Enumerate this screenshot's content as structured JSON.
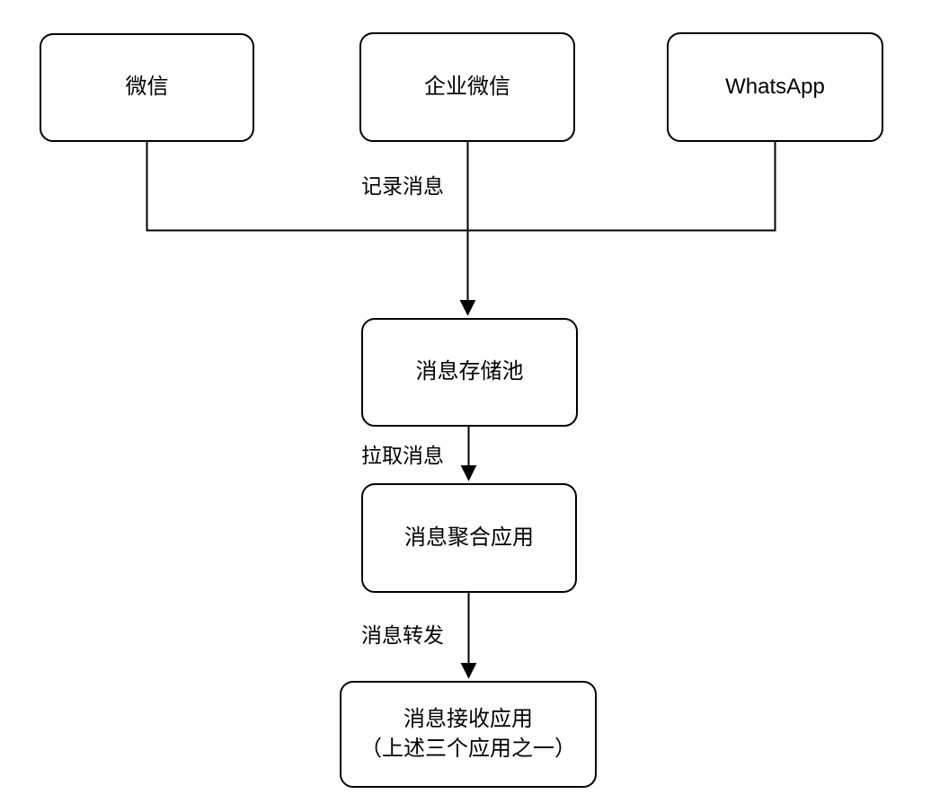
{
  "diagram": {
    "colors": {
      "background": "#ffffff",
      "stroke": "#000000",
      "text": "#000000"
    },
    "nodes": {
      "wechat": {
        "label": "微信"
      },
      "wecom": {
        "label": "企业微信"
      },
      "whatsapp": {
        "label": "WhatsApp"
      },
      "storage": {
        "label": "消息存储池"
      },
      "aggregator": {
        "label": "消息聚合应用"
      },
      "receiver": {
        "line1": "消息接收应用",
        "line2": "（上述三个应用之一）"
      }
    },
    "edge_labels": {
      "record": "记录消息",
      "pull": "拉取消息",
      "forward": "消息转发"
    }
  }
}
